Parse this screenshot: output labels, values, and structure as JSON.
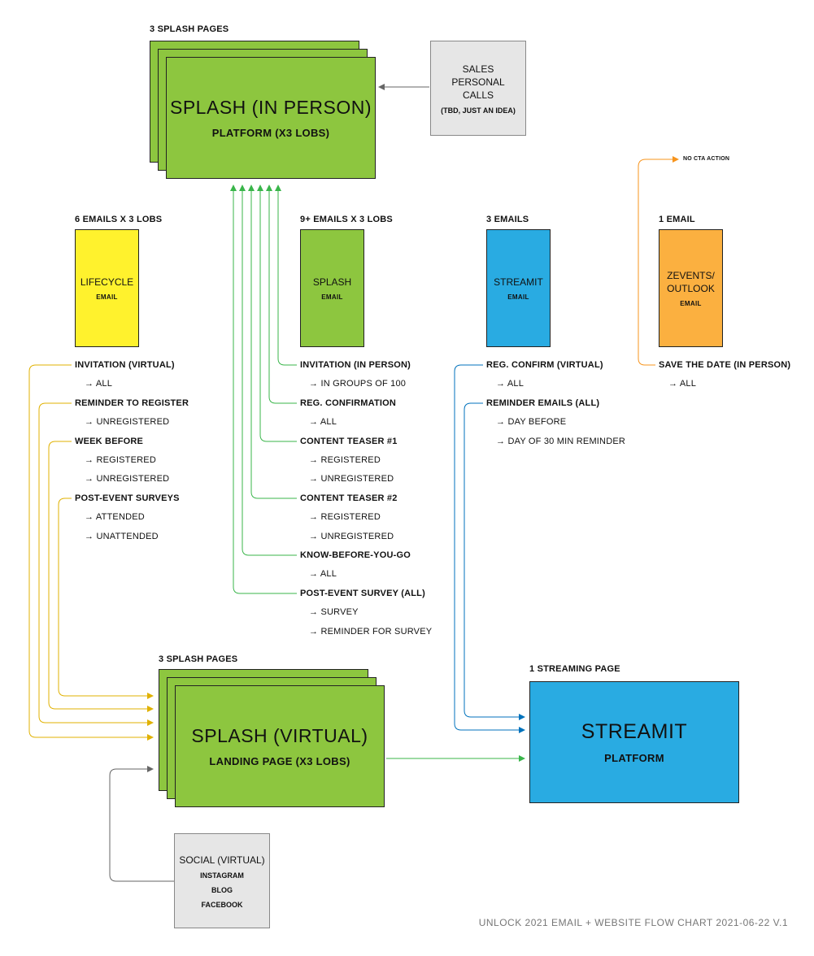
{
  "top_splash": {
    "caption": "3 SPLASH PAGES",
    "title": "SPLASH (IN PERSON)",
    "subtitle": "PLATFORM (X3 LOBS)"
  },
  "sales": {
    "title": "SALES PERSONAL CALLS",
    "note": "(TBD, JUST AN IDEA)"
  },
  "no_cta": "NO CTA ACTION",
  "lifecycle": {
    "caption": "6 EMAILS X 3 LOBS",
    "title": "LIFECYCLE",
    "tag": "EMAIL",
    "items": [
      {
        "label": "INVITATION  (VIRTUAL)",
        "subs": [
          "→ ALL"
        ]
      },
      {
        "label": "REMINDER TO REGISTER",
        "subs": [
          "→ UNREGISTERED"
        ]
      },
      {
        "label": "WEEK BEFORE",
        "subs": [
          "→ REGISTERED",
          "→ UNREGISTERED"
        ]
      },
      {
        "label": "POST-EVENT SURVEYS",
        "subs": [
          "→ ATTENDED",
          "→ UNATTENDED"
        ]
      }
    ]
  },
  "splash_email": {
    "caption": "9+ EMAILS X 3 LOBS",
    "title": "SPLASH",
    "tag": "EMAIL",
    "items": [
      {
        "label": "INVITATION  (IN PERSON)",
        "subs": [
          "→ IN GROUPS OF 100"
        ]
      },
      {
        "label": "REG. CONFIRMATION",
        "subs": [
          "→ ALL"
        ]
      },
      {
        "label": "CONTENT TEASER #1",
        "subs": [
          "→ REGISTERED",
          "→ UNREGISTERED"
        ]
      },
      {
        "label": "CONTENT TEASER #2",
        "subs": [
          "→ REGISTERED",
          "→ UNREGISTERED"
        ]
      },
      {
        "label": "KNOW-BEFORE-YOU-GO",
        "subs": [
          "→ ALL"
        ]
      },
      {
        "label": "POST-EVENT SURVEY (ALL)",
        "subs": [
          "→ SURVEY",
          "→ REMINDER FOR SURVEY"
        ]
      }
    ]
  },
  "streamit_email": {
    "caption": "3 EMAILS",
    "title": "STREAMIT",
    "tag": "EMAIL",
    "items": [
      {
        "label": "REG. CONFIRM (VIRTUAL)",
        "subs": [
          "→ ALL"
        ]
      },
      {
        "label": "REMINDER EMAILS (ALL)",
        "subs": [
          "→ DAY BEFORE",
          "→ DAY OF 30 MIN REMINDER"
        ]
      }
    ]
  },
  "zevents_email": {
    "caption": "1 EMAIL",
    "title_line1": "ZEVENTS/",
    "title_line2": "OUTLOOK",
    "tag": "EMAIL",
    "items": [
      {
        "label": "SAVE THE DATE (IN PERSON)",
        "subs": [
          "→ ALL"
        ]
      }
    ]
  },
  "bottom_splash": {
    "caption": "3 SPLASH PAGES",
    "title": "SPLASH (VIRTUAL)",
    "subtitle": "LANDING PAGE (X3 LOBS)"
  },
  "streaming": {
    "caption": "1 STREAMING PAGE",
    "title": "STREAMIT",
    "subtitle": "PLATFORM"
  },
  "social": {
    "title": "SOCIAL (VIRTUAL)",
    "lines": [
      "INSTAGRAM",
      "BLOG",
      "FACEBOOK"
    ]
  },
  "footer": "UNLOCK 2021 EMAIL + WEBSITE FLOW CHART 2021-06-22 V.1",
  "colors": {
    "green": "#8dc63f",
    "blue": "#29abe2",
    "yellow": "#fff22d",
    "orange": "#fbb040",
    "grey": "#e6e6e6",
    "lifecycle_arrow": "#e0b100",
    "splash_arrow": "#39b54a",
    "streamit_arrow": "#0072bc",
    "zevents_arrow": "#f7941d",
    "social_arrow": "#666666"
  }
}
